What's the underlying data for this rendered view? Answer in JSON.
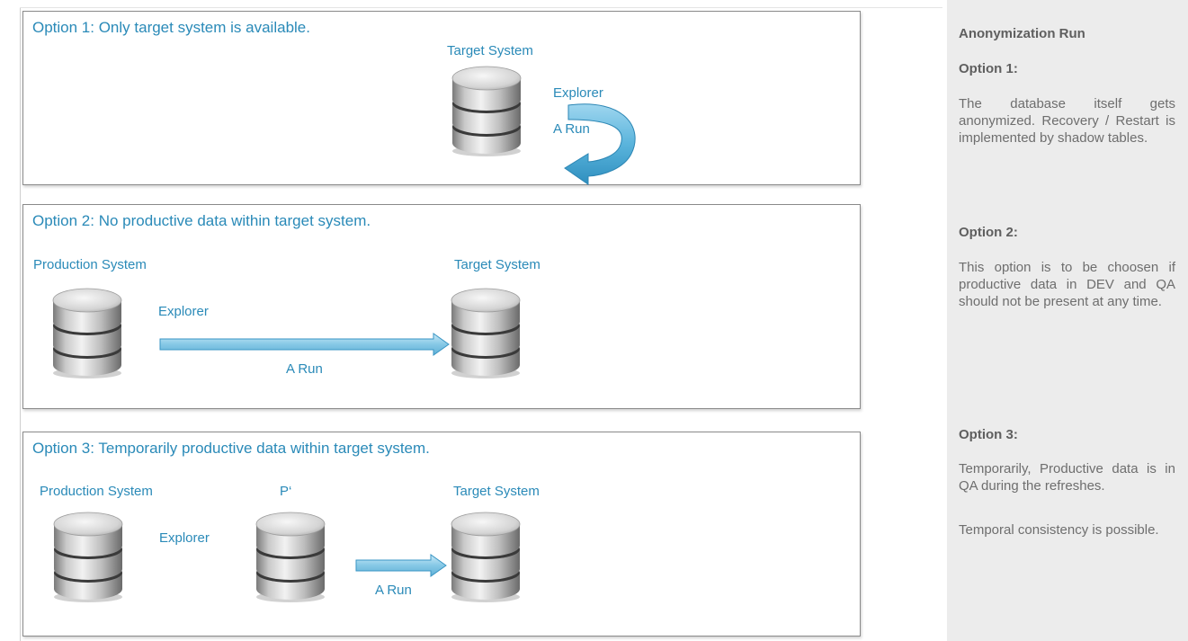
{
  "diagram": {
    "option1": {
      "title": "Option 1:  Only target system is available.",
      "target_label": "Target System",
      "explorer_label": "Explorer",
      "arun_label": "A Run"
    },
    "option2": {
      "title": "Option 2:  No productive data within target system.",
      "source_label": "Production System",
      "target_label": "Target System",
      "explorer_label": "Explorer",
      "arun_label": "A Run"
    },
    "option3": {
      "title": "Option 3:  Temporarily productive data within target system.",
      "source_label": "Production System",
      "middle_label": "P‘",
      "target_label": "Target System",
      "explorer_label": "Explorer",
      "arun_label": "A Run"
    }
  },
  "sidebar": {
    "title": "Anonymization Run",
    "option1_heading": "Option 1:",
    "option1_text": "The database itself gets anonymized. Recovery / Restart is implemented by shadow tables.",
    "option2_heading": "Option 2:",
    "option2_text": "This option is to be choosen if productive data in DEV and QA should not be present at any time.",
    "option3_heading": "Option 3:",
    "option3_text_1": "Temporarily, Productive data is in QA during the refreshes.",
    "option3_text_2": "Temporal consistency is possible."
  },
  "colors": {
    "title_blue": "#2a8ab8",
    "arrow_blue": "#5ab4dc",
    "sidebar_bg": "#ececec"
  }
}
